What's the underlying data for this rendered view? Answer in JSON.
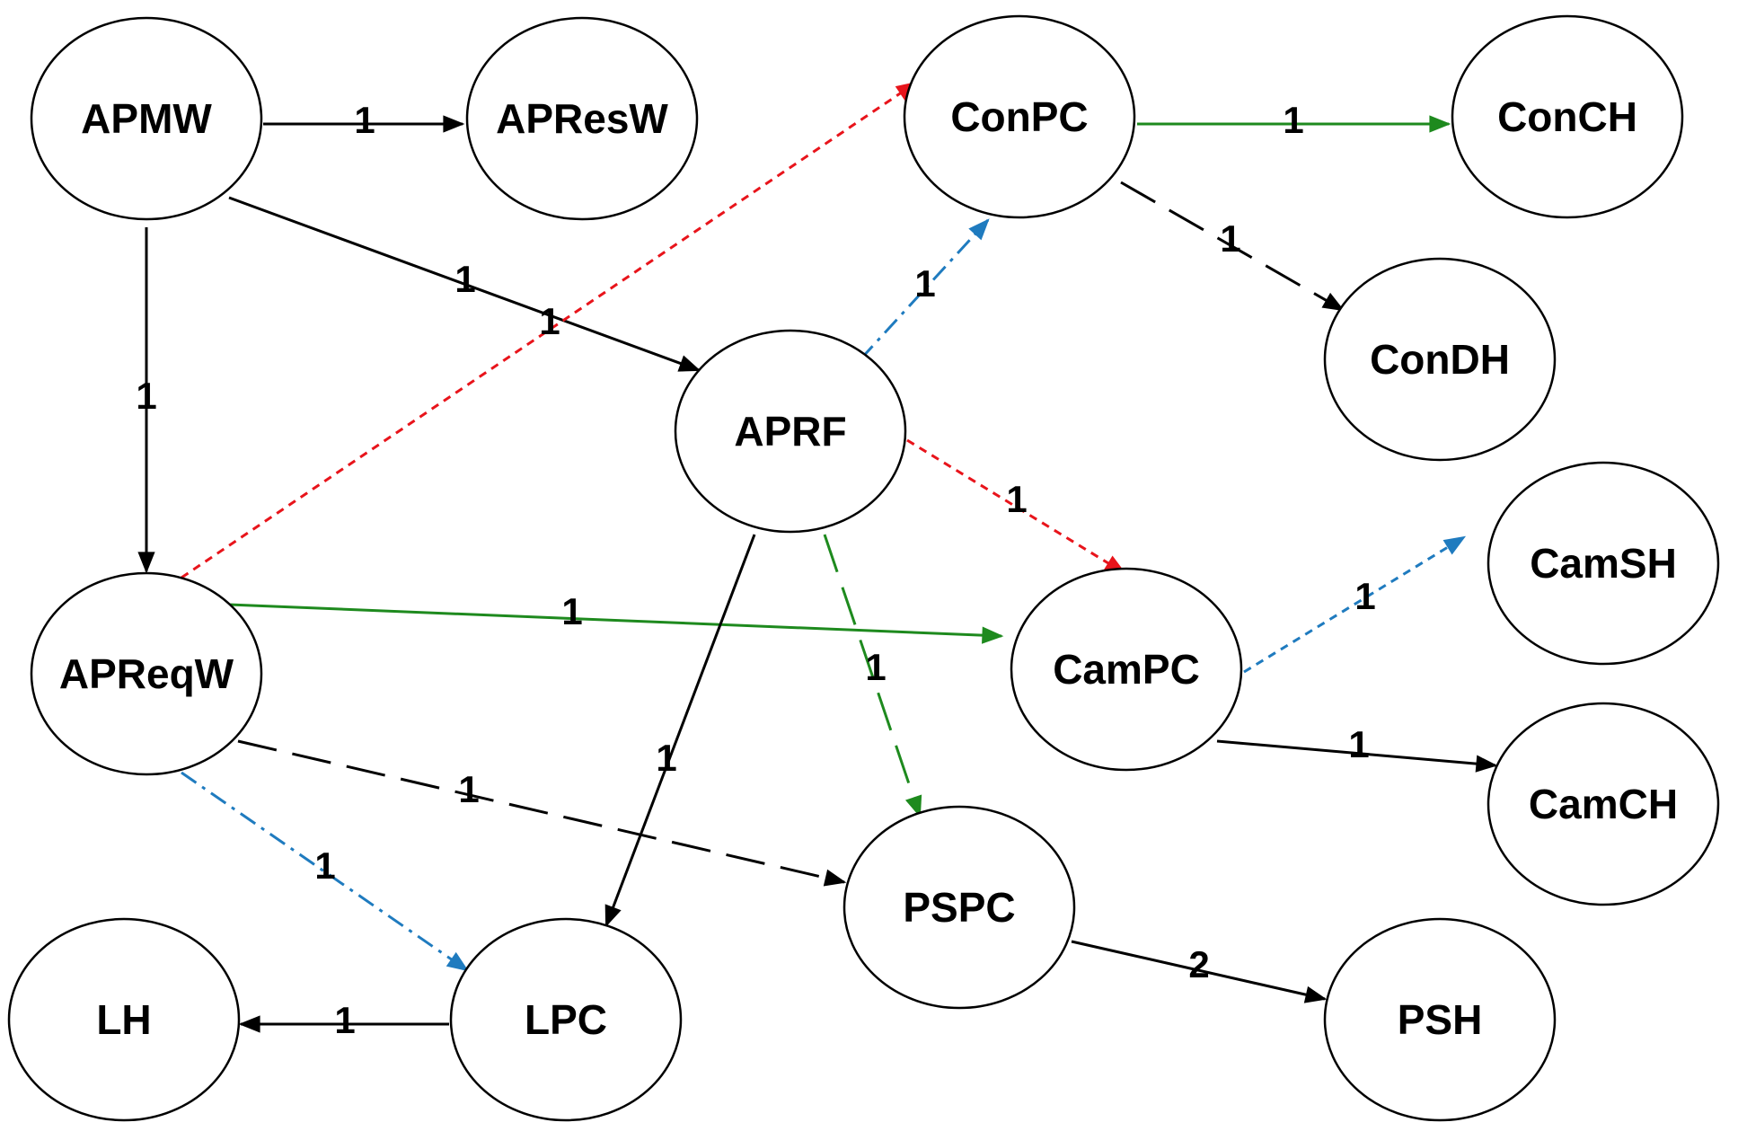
{
  "colors": {
    "black": "#000000",
    "red": "#e8141b",
    "green": "#1e8a1e",
    "blue": "#1f7bbf"
  },
  "nodes": [
    {
      "id": "APMW",
      "label": "APMW"
    },
    {
      "id": "APResW",
      "label": "APResW"
    },
    {
      "id": "ConPC",
      "label": "ConPC"
    },
    {
      "id": "ConCH",
      "label": "ConCH"
    },
    {
      "id": "ConDH",
      "label": "ConDH"
    },
    {
      "id": "APRF",
      "label": "APRF"
    },
    {
      "id": "CamSH",
      "label": "CamSH"
    },
    {
      "id": "APReqW",
      "label": "APReqW"
    },
    {
      "id": "CamPC",
      "label": "CamPC"
    },
    {
      "id": "CamCH",
      "label": "CamCH"
    },
    {
      "id": "PSPC",
      "label": "PSPC"
    },
    {
      "id": "LH",
      "label": "LH"
    },
    {
      "id": "LPC",
      "label": "LPC"
    },
    {
      "id": "PSH",
      "label": "PSH"
    }
  ],
  "edges": [
    {
      "id": "e-apmw-apresw",
      "from": "APMW",
      "to": "APResW",
      "label": "1",
      "color": "black",
      "style": "solid"
    },
    {
      "id": "e-apmw-aprf",
      "from": "APMW",
      "to": "APRF",
      "label": "1",
      "color": "black",
      "style": "solid"
    },
    {
      "id": "e-apmw-apreqw",
      "from": "APMW",
      "to": "APReqW",
      "label": "1",
      "color": "black",
      "style": "solid"
    },
    {
      "id": "e-apreqw-conpc",
      "from": "APReqW",
      "to": "ConPC",
      "label": "1",
      "color": "red",
      "style": "dotted"
    },
    {
      "id": "e-conpc-conch",
      "from": "ConPC",
      "to": "ConCH",
      "label": "1",
      "color": "green",
      "style": "solid"
    },
    {
      "id": "e-conpc-condh",
      "from": "ConPC",
      "to": "ConDH",
      "label": "1",
      "color": "black",
      "style": "long-dash"
    },
    {
      "id": "e-aprf-conpc",
      "from": "APRF",
      "to": "ConPC",
      "label": "1",
      "color": "blue",
      "style": "dash-dot"
    },
    {
      "id": "e-aprf-campc",
      "from": "APRF",
      "to": "CamPC",
      "label": "1",
      "color": "red",
      "style": "dotted"
    },
    {
      "id": "e-apreqw-campc",
      "from": "APReqW",
      "to": "CamPC",
      "label": "1",
      "color": "green",
      "style": "solid"
    },
    {
      "id": "e-aprf-pspc",
      "from": "APRF",
      "to": "PSPC",
      "label": "1",
      "color": "green",
      "style": "long-dash"
    },
    {
      "id": "e-aprf-lpc",
      "from": "APRF",
      "to": "LPC",
      "label": "1",
      "color": "black",
      "style": "solid"
    },
    {
      "id": "e-campc-camsh",
      "from": "CamPC",
      "to": "CamSH",
      "label": "1",
      "color": "blue",
      "style": "dotted"
    },
    {
      "id": "e-campc-camch",
      "from": "CamPC",
      "to": "CamCH",
      "label": "1",
      "color": "black",
      "style": "solid"
    },
    {
      "id": "e-apreqw-pspc",
      "from": "APReqW",
      "to": "PSPC",
      "label": "1",
      "color": "black",
      "style": "long-dash"
    },
    {
      "id": "e-apreqw-lpc",
      "from": "APReqW",
      "to": "LPC",
      "label": "1",
      "color": "blue",
      "style": "dash-dot"
    },
    {
      "id": "e-lpc-lh",
      "from": "LPC",
      "to": "LH",
      "label": "1",
      "color": "black",
      "style": "solid"
    },
    {
      "id": "e-pspc-psh",
      "from": "PSPC",
      "to": "PSH",
      "label": "2",
      "color": "black",
      "style": "solid"
    }
  ]
}
